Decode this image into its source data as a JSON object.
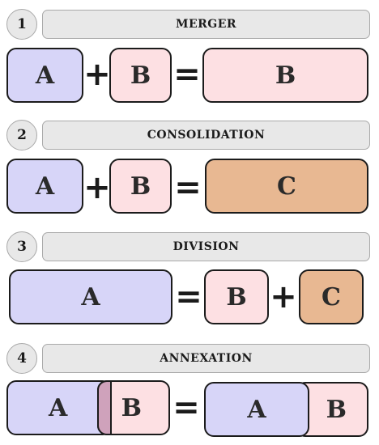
{
  "rows": [
    {
      "number": "1",
      "title": "MERGER",
      "left": [
        "A",
        "B"
      ],
      "result": [
        "B"
      ],
      "operators": [
        "+",
        "="
      ]
    },
    {
      "number": "2",
      "title": "CONSOLIDATION",
      "left": [
        "A",
        "B"
      ],
      "result": [
        "C"
      ],
      "operators": [
        "+",
        "="
      ]
    },
    {
      "number": "3",
      "title": "DIVISION",
      "left": [
        "A"
      ],
      "result": [
        "B",
        "C"
      ],
      "operators": [
        "=",
        "+"
      ]
    },
    {
      "number": "4",
      "title": "ANNEXATION",
      "left": [
        "A",
        "B"
      ],
      "result": [
        "A",
        "B"
      ],
      "operators": [
        "="
      ]
    }
  ],
  "colors": {
    "A": "#d7d5f8",
    "B": "#fde0e3",
    "C": "#e8b892",
    "overlap": "#cfa2bb"
  }
}
